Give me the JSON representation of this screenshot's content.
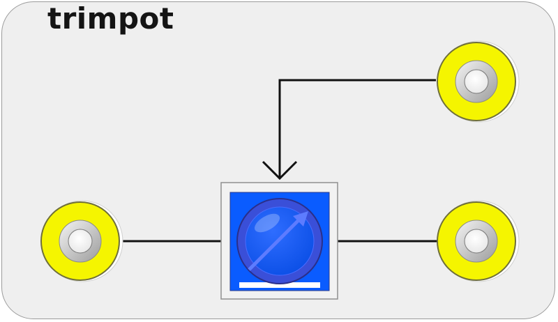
{
  "module": {
    "title": "trimpot"
  },
  "colors": {
    "panel": "#efefef",
    "terminal_ring": "#f5f500",
    "component_body": "#0a5cff",
    "dial": "#3a4fd8",
    "wire": "#111111"
  },
  "icons": {
    "terminal": "yellow-screw-terminal",
    "component": "trimmer-potentiometer-symbol",
    "wiper": "arrow-wiper"
  }
}
